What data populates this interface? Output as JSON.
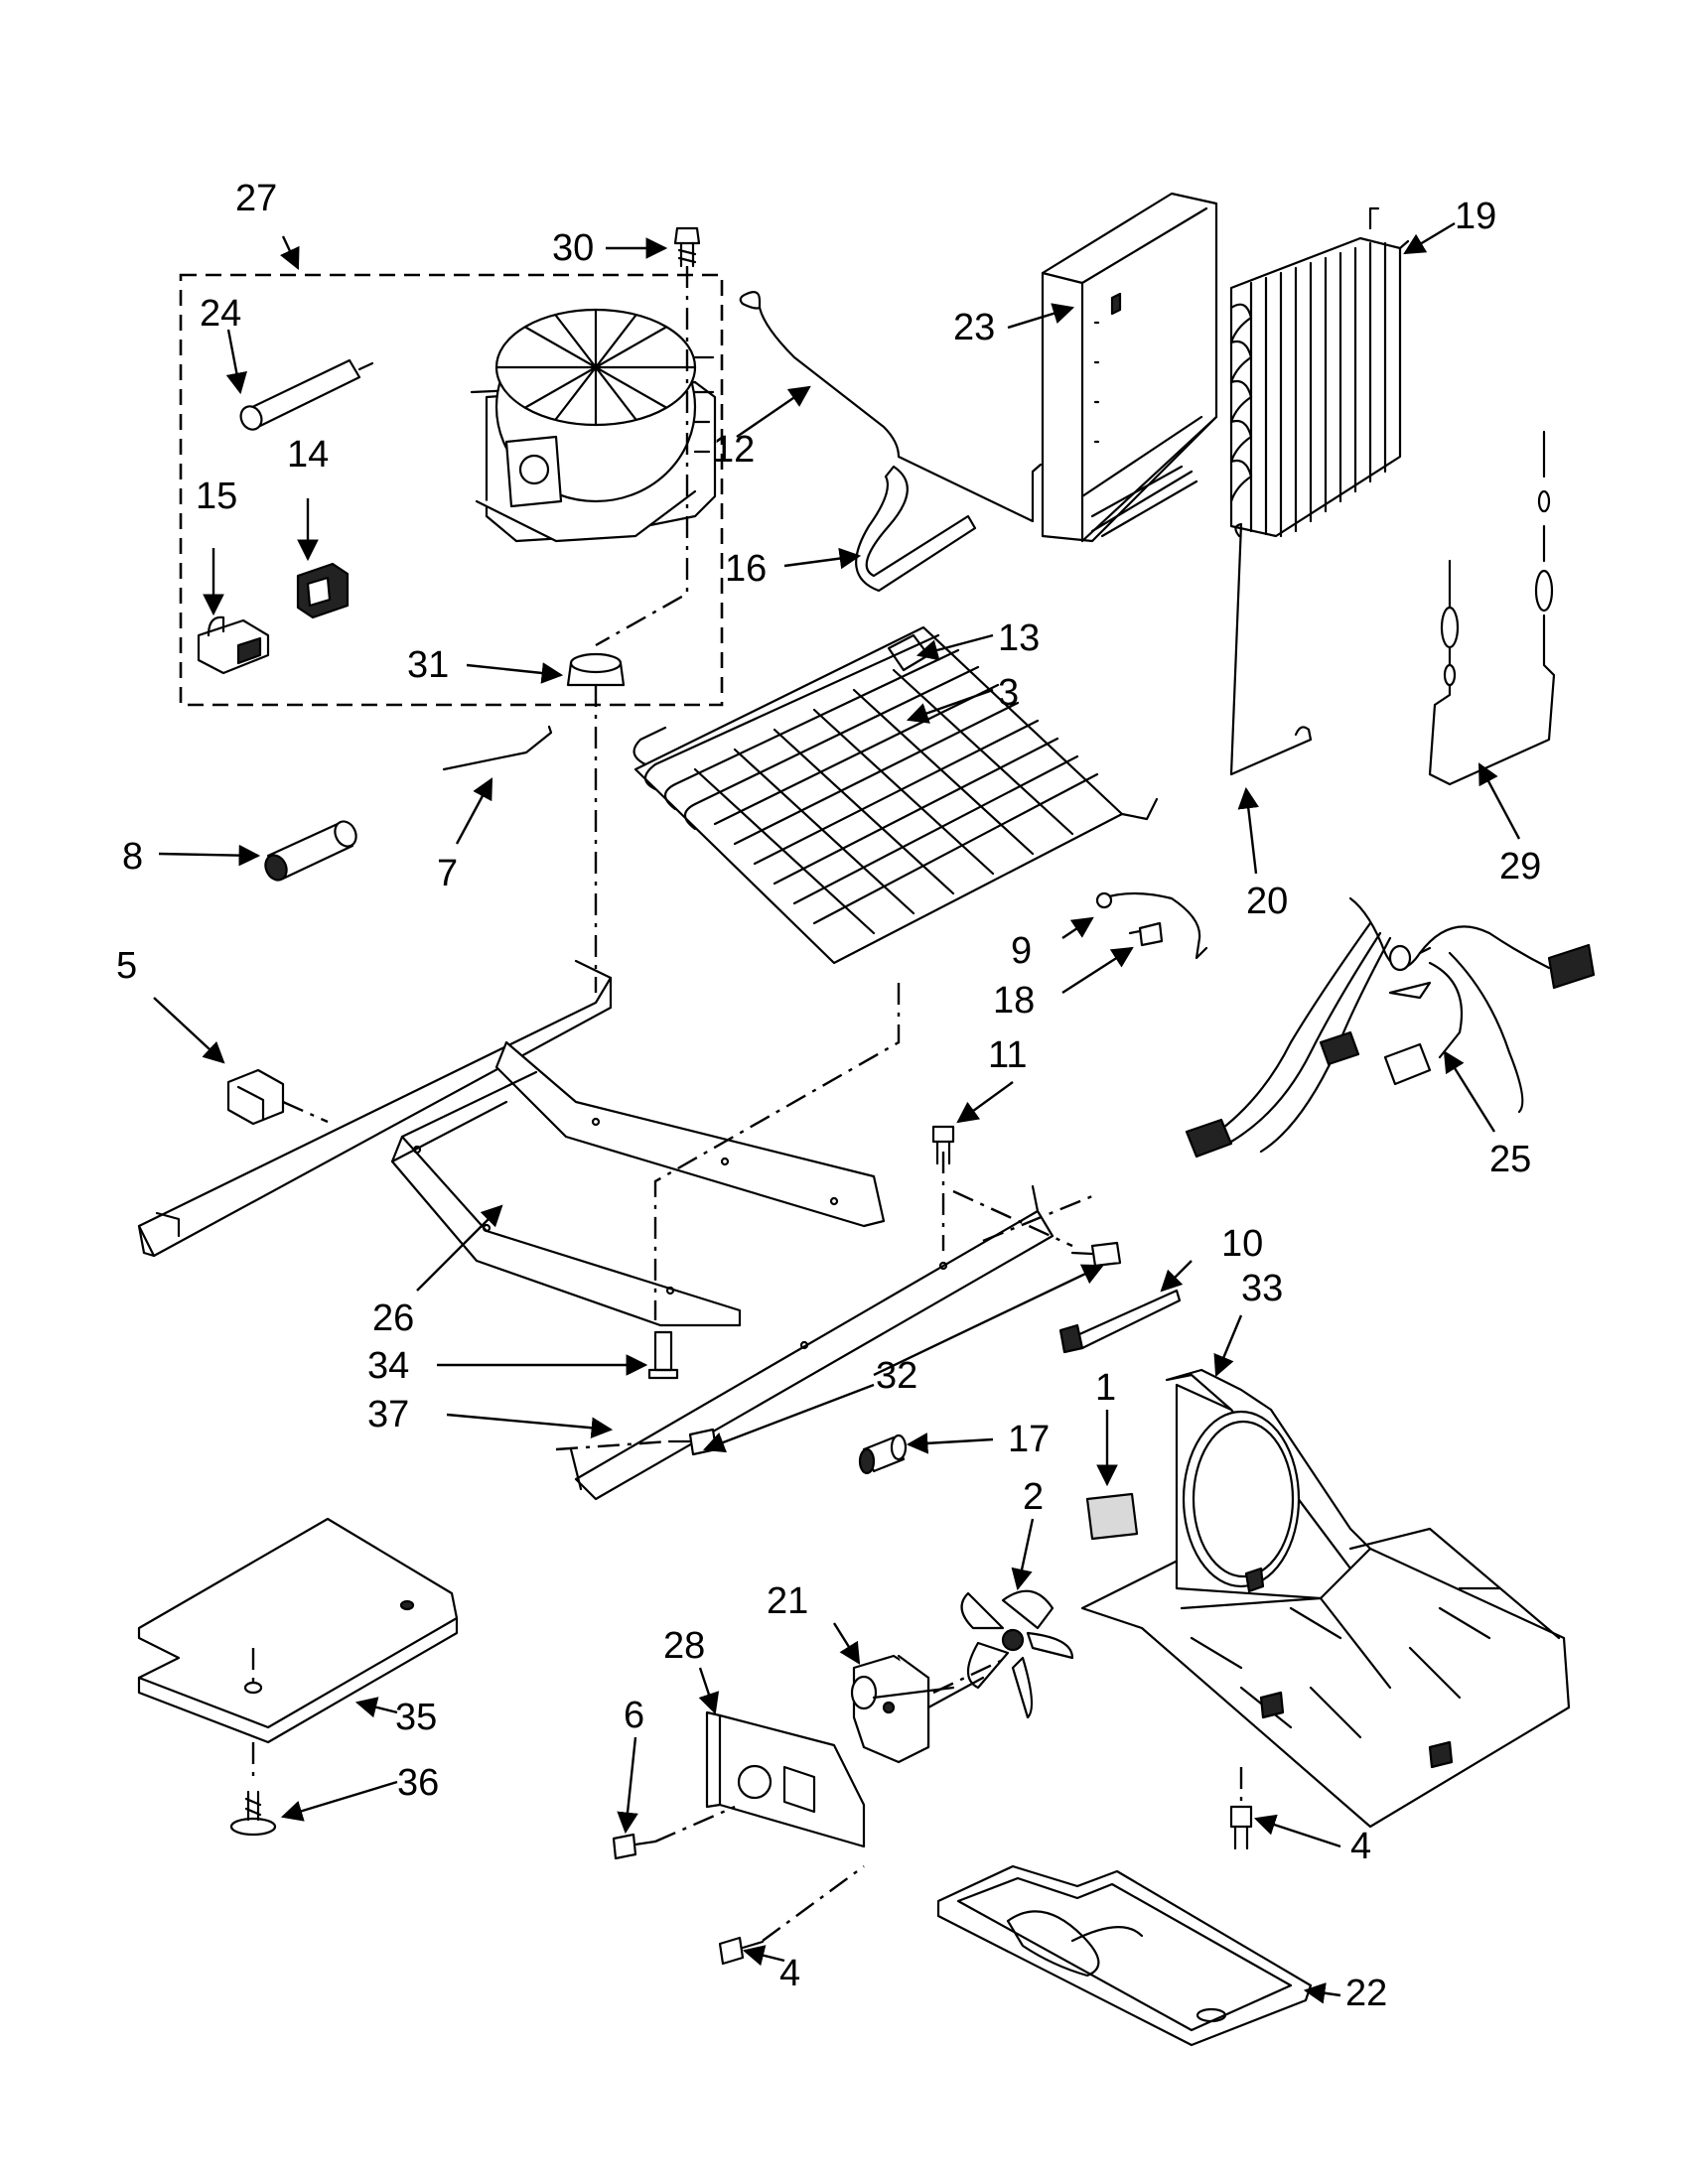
{
  "callouts": [
    {
      "id": "c1",
      "text": "1"
    },
    {
      "id": "c2",
      "text": "2"
    },
    {
      "id": "c3",
      "text": "3"
    },
    {
      "id": "c4a",
      "text": "4"
    },
    {
      "id": "c4b",
      "text": "4"
    },
    {
      "id": "c5",
      "text": "5"
    },
    {
      "id": "c6",
      "text": "6"
    },
    {
      "id": "c7",
      "text": "7"
    },
    {
      "id": "c8",
      "text": "8"
    },
    {
      "id": "c9",
      "text": "9"
    },
    {
      "id": "c10",
      "text": "10"
    },
    {
      "id": "c11",
      "text": "11"
    },
    {
      "id": "c12",
      "text": "12"
    },
    {
      "id": "c13",
      "text": "13"
    },
    {
      "id": "c14",
      "text": "14"
    },
    {
      "id": "c15",
      "text": "15"
    },
    {
      "id": "c16",
      "text": "16"
    },
    {
      "id": "c17",
      "text": "17"
    },
    {
      "id": "c18",
      "text": "18"
    },
    {
      "id": "c19",
      "text": "19"
    },
    {
      "id": "c20",
      "text": "20"
    },
    {
      "id": "c21",
      "text": "21"
    },
    {
      "id": "c22",
      "text": "22"
    },
    {
      "id": "c23",
      "text": "23"
    },
    {
      "id": "c24",
      "text": "24"
    },
    {
      "id": "c25",
      "text": "25"
    },
    {
      "id": "c26",
      "text": "26"
    },
    {
      "id": "c27",
      "text": "27"
    },
    {
      "id": "c28",
      "text": "28"
    },
    {
      "id": "c29",
      "text": "29"
    },
    {
      "id": "c30",
      "text": "30"
    },
    {
      "id": "c31",
      "text": "31"
    },
    {
      "id": "c32",
      "text": "32"
    },
    {
      "id": "c33",
      "text": "33"
    },
    {
      "id": "c34",
      "text": "34"
    },
    {
      "id": "c35",
      "text": "35"
    },
    {
      "id": "c36",
      "text": "36"
    },
    {
      "id": "c37",
      "text": "37"
    }
  ]
}
